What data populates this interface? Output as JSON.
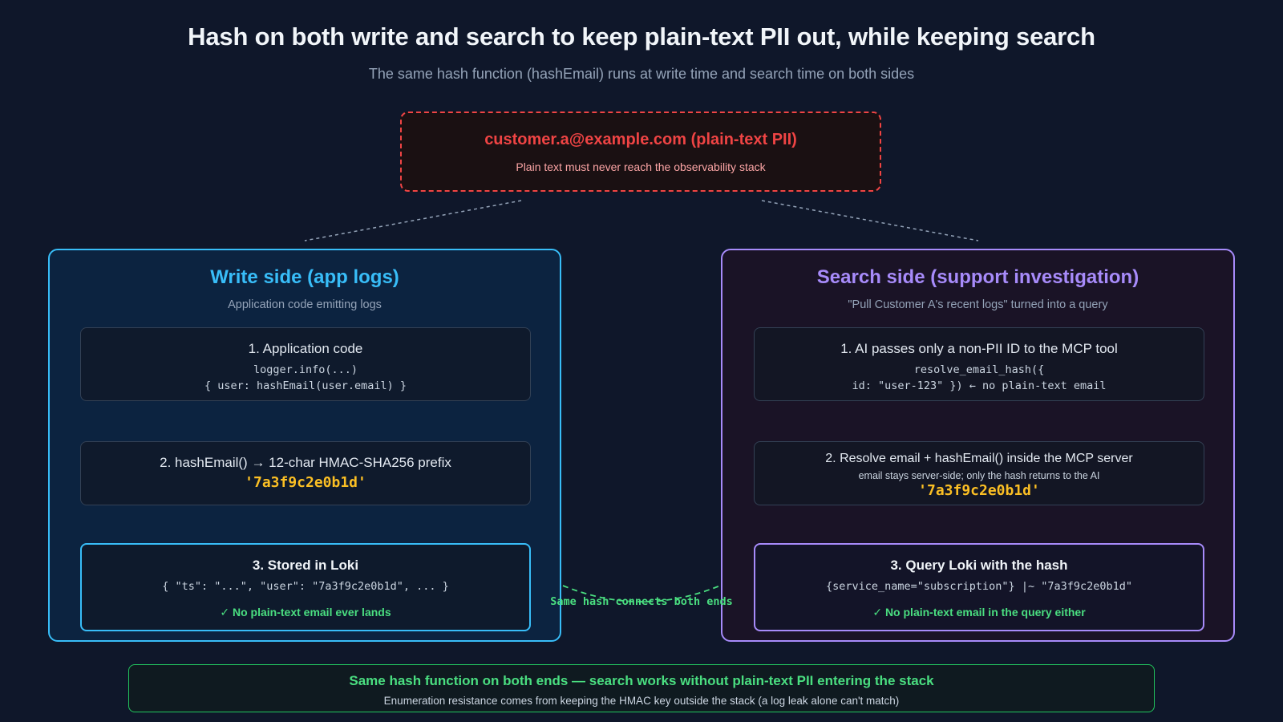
{
  "header": {
    "title": "Hash on both write and search to keep plain-text PII out, while keeping search",
    "subtitle": "The same hash function (hashEmail) runs at write time and search time on both sides"
  },
  "pii": {
    "title": "customer.a@example.com (plain-text PII)",
    "note": "Plain text must never reach the observability stack"
  },
  "write_side": {
    "title": "Write side (app logs)",
    "subtitle": "Application code emitting logs",
    "step1": {
      "label": "1. Application code",
      "code_line1": "logger.info(...)",
      "code_line2": "{ user: hashEmail(user.email) }"
    },
    "step2": {
      "label": "2. hashEmail() → 12-char HMAC-SHA256 prefix",
      "hash": "'7a3f9c2e0b1d'"
    },
    "step3": {
      "label": "3. Stored in Loki",
      "code": "{ \"ts\": \"...\", \"user\": \"7a3f9c2e0b1d\", ... }",
      "check": "✓ No plain-text email ever lands"
    }
  },
  "search_side": {
    "title": "Search side (support investigation)",
    "subtitle": "\"Pull Customer A's recent logs\" turned into a query",
    "step1": {
      "label": "1. AI passes only a non-PII ID to the MCP tool",
      "code_line1": "resolve_email_hash({",
      "code_line2": "id: \"user-123\" }) ← no plain-text email"
    },
    "step2": {
      "label": "2. Resolve email + hashEmail() inside the MCP server",
      "note": "email stays server-side; only the hash returns to the AI",
      "hash": "'7a3f9c2e0b1d'"
    },
    "step3": {
      "label": "3. Query Loki with the hash",
      "code": "{service_name=\"subscription\"} |~ \"7a3f9c2e0b1d\"",
      "check": "✓ No plain-text email in the query either"
    }
  },
  "connector": {
    "label": "Same hash connects both ends"
  },
  "footer": {
    "title": "Same hash function on both ends — search works without plain-text PII entering the stack",
    "note": "Enumeration resistance comes from keeping the HMAC key outside the stack (a log leak alone can't match)"
  },
  "colors": {
    "write_accent": "#38bdf8",
    "search_accent": "#a78bfa",
    "pii_accent": "#ef4444",
    "success": "#4ade80",
    "hash": "#fbbf24"
  }
}
